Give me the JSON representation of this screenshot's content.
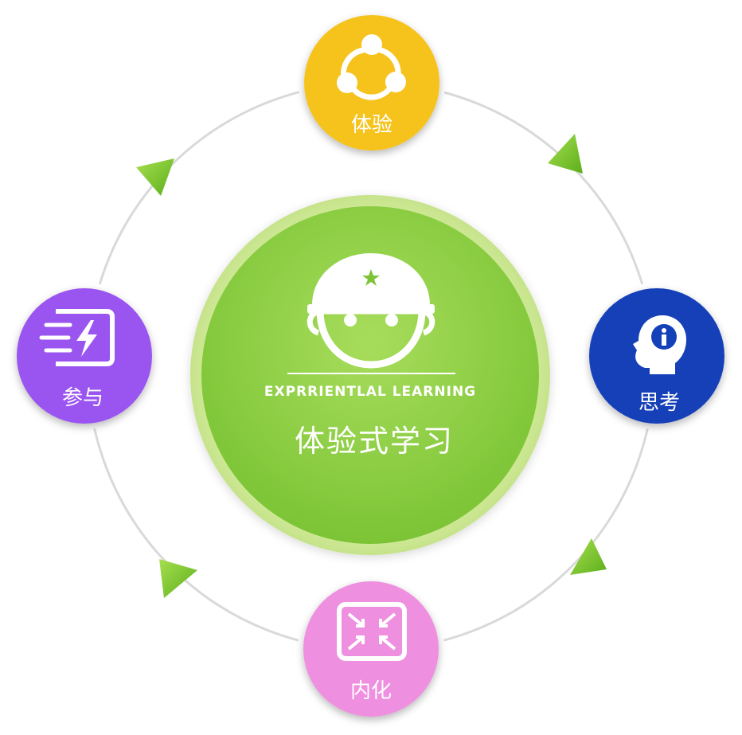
{
  "diagram": {
    "center": {
      "subtitle": "EXPRRIENTLAL LEARNING",
      "title": "体验式学习",
      "icon": "helmet-face-icon"
    },
    "nodes": [
      {
        "id": "experience",
        "label": "体验",
        "color": "#f6c21a",
        "icon": "share-icon"
      },
      {
        "id": "think",
        "label": "思考",
        "color": "#1541b8",
        "icon": "head-info-icon"
      },
      {
        "id": "internalize",
        "label": "内化",
        "color": "#ee8fe0",
        "icon": "compress-arrows-icon"
      },
      {
        "id": "participate",
        "label": "参与",
        "color": "#9a55f0",
        "icon": "fast-forward-card-icon"
      }
    ],
    "colors": {
      "center_green": "#8fd044",
      "arrow_green": "#7ecb2e",
      "ring_gray": "#d9d9d9"
    }
  }
}
